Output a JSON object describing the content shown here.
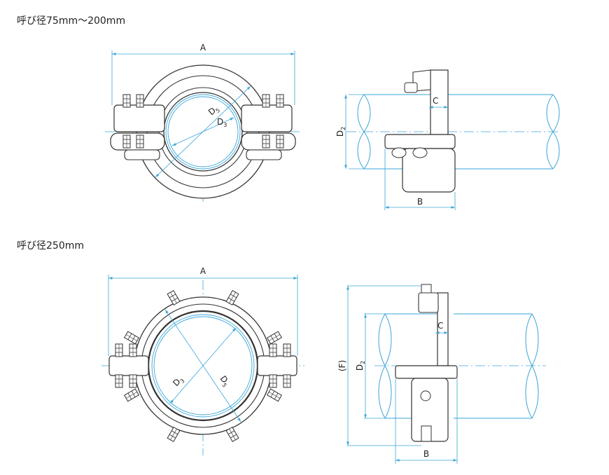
{
  "sections": [
    {
      "heading": "呼び径75mm～200mm"
    },
    {
      "heading": "呼び径250mm"
    }
  ],
  "labels": {
    "A": "A",
    "B": "B",
    "C": "C",
    "D": "D",
    "sub3": "3",
    "sub5": "5",
    "sub2": "2",
    "F": "(F)"
  },
  "colors": {
    "dimension": "#3aa6d8",
    "outline": "#333333",
    "fill": "#ffffff"
  }
}
